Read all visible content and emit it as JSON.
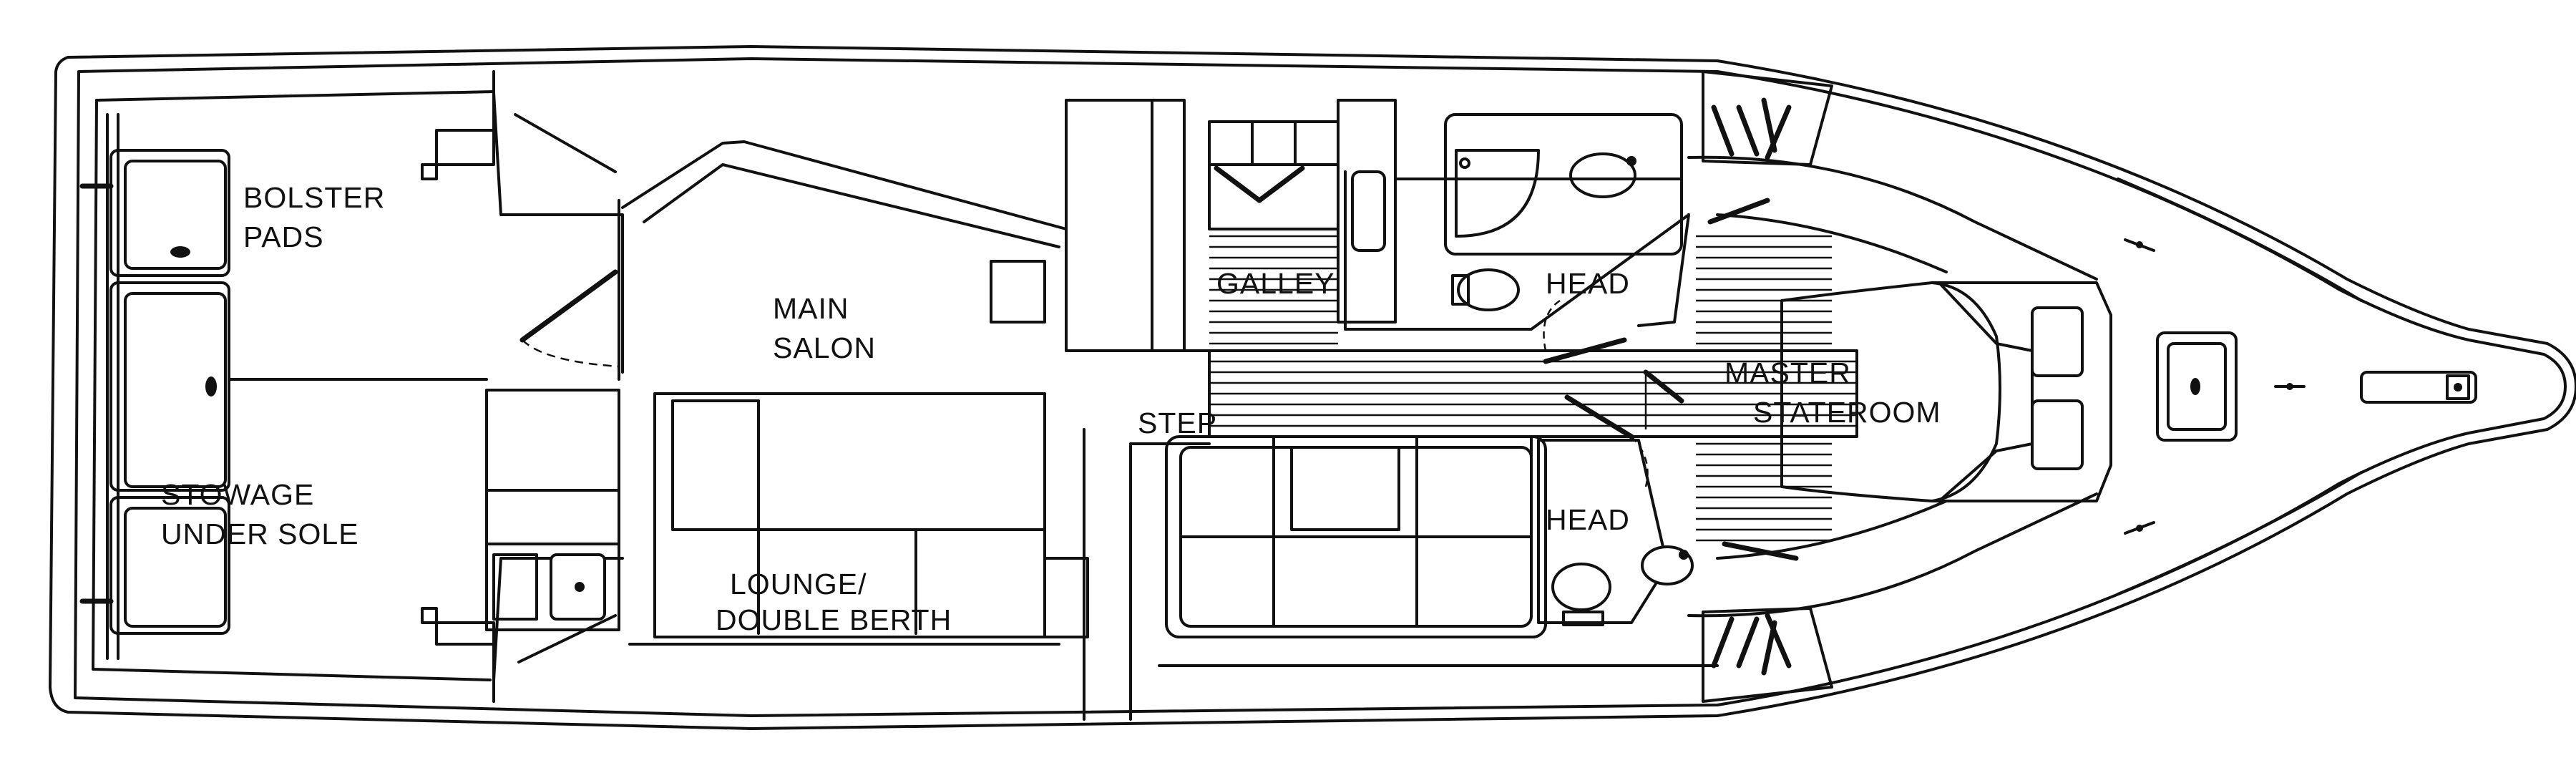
{
  "diagram": {
    "type": "boat floor plan",
    "line_color": "#111111",
    "background": "#ffffff"
  },
  "labels": {
    "bolster_1": "BOLSTER",
    "bolster_2": "PADS",
    "stowage_1": "STOWAGE",
    "stowage_2": "UNDER SOLE",
    "salon_1": "MAIN",
    "salon_2": "SALON",
    "lounge_1": "LOUNGE/",
    "lounge_2": "DOUBLE BERTH",
    "galley": "GALLEY",
    "step": "STEP",
    "head_upper": "HEAD",
    "head_lower": "HEAD",
    "master_1": "MASTER",
    "master_2": "STATEROOM"
  },
  "icons": {
    "hatch": "hatch-icon",
    "sink": "sink-icon",
    "toilet": "toilet-icon",
    "anchor_cleat": "cleat-icon"
  }
}
